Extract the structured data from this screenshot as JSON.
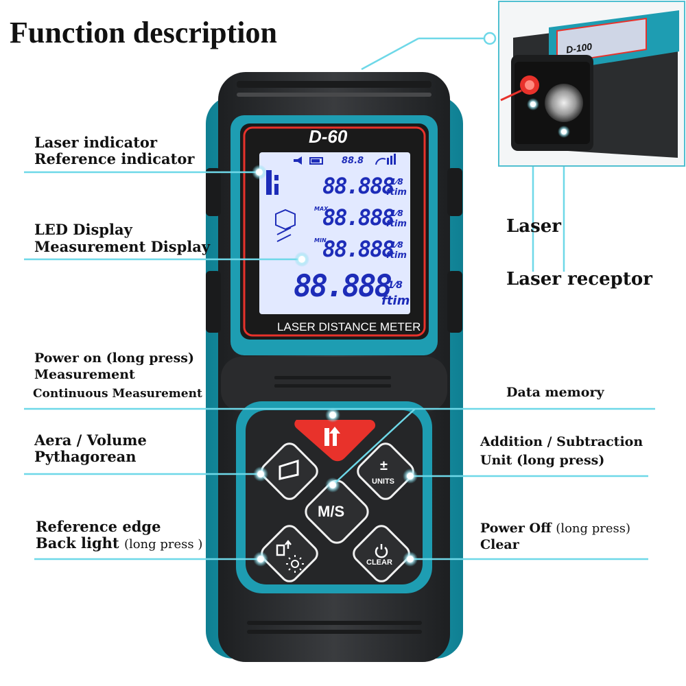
{
  "title": "Function description",
  "labels": {
    "laser_indicator": "Laser indicator",
    "reference_indicator": "Reference indicator",
    "led_display": "LED Display",
    "measurement_display": "Measurement Display",
    "power_on": "Power on (long press)",
    "measurement": "Measurement",
    "continuous": "Continuous Measurement",
    "area_volume": "Aera / Volume",
    "pythagorean": "Pythagorean",
    "reference_edge": "Reference edge",
    "back_light": "Back light",
    "back_light_note": "(long press )",
    "data_memory": "Data memory",
    "add_sub": "Addition / Subtraction",
    "unit_long": "Unit (long press)",
    "power_off": "Power Off",
    "power_off_note": "(long press)",
    "clear": "Clear",
    "laser": "Laser",
    "laser_receptor": "Laser receptor"
  },
  "device": {
    "model": "D-60",
    "screen_label": "LASER DISTANCE METER",
    "lcd_top": "88.8",
    "lcd_row1": "88.888",
    "lcd_row2": "88.888",
    "lcd_row3": "88.888",
    "lcd_row4": "88.888",
    "lcd_unit": "ftim",
    "lcd_frac": "1⁄8",
    "lcd_max": "MAX",
    "lcd_min": "MIN",
    "btn_ms": "M/S",
    "btn_units": "UNITS",
    "btn_clear": "CLEAR",
    "btn_pm": "±"
  },
  "inset": {
    "model": "D-100"
  },
  "colors": {
    "teal": "#1aa3b8",
    "body_dark": "#2b2d2f",
    "red_button": "#e8322b",
    "lcd_bg": "#dfe6ff",
    "lcd_text": "#1d2cb8"
  }
}
